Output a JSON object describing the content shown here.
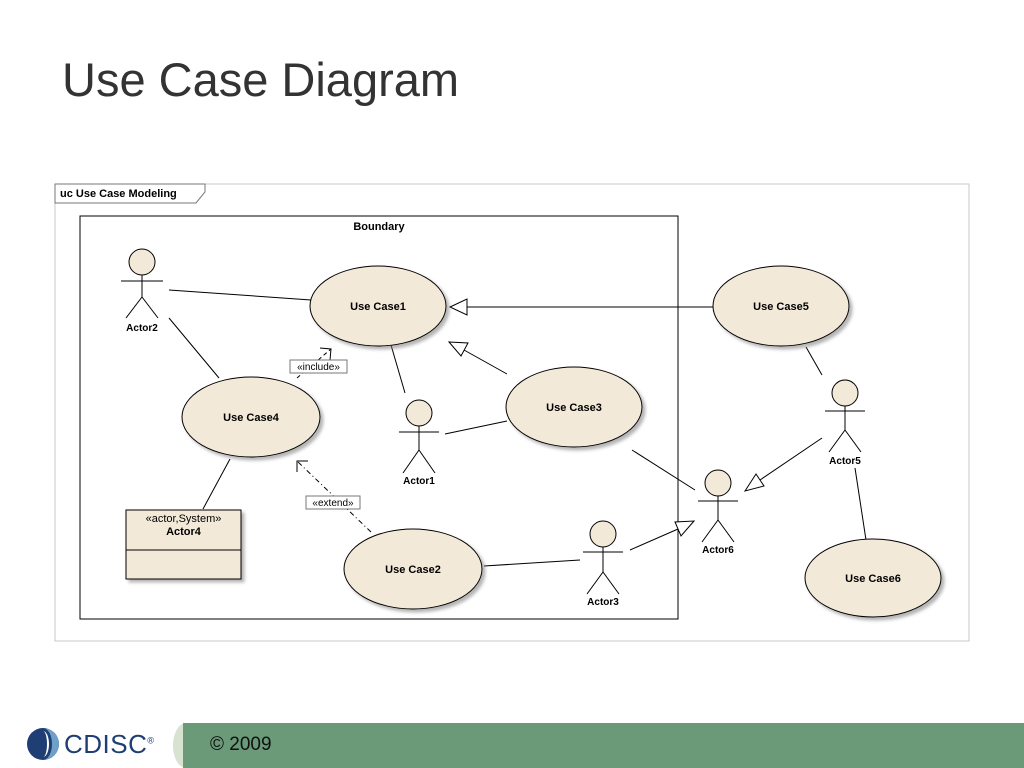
{
  "title": "Use Case Diagram",
  "frame_label": "uc Use Case Modeling",
  "boundary_label": "Boundary",
  "use_cases": {
    "uc1": "Use Case1",
    "uc2": "Use Case2",
    "uc3": "Use Case3",
    "uc4": "Use Case4",
    "uc5": "Use Case5",
    "uc6": "Use Case6"
  },
  "actors": {
    "a1": "Actor1",
    "a2": "Actor2",
    "a3": "Actor3",
    "a5": "Actor5",
    "a6": "Actor6"
  },
  "actor4": {
    "stereotype": "«actor,System»",
    "name": "Actor4"
  },
  "relations": {
    "include": "«include»",
    "extend": "«extend»"
  },
  "footer": {
    "copyright": "© 2009",
    "logo_text": "CDISC",
    "logo_mark": "®"
  },
  "colors": {
    "shape_fill": "#f3e9d9",
    "footer_green": "#6a9a78",
    "logo_blue": "#1f3e73"
  }
}
